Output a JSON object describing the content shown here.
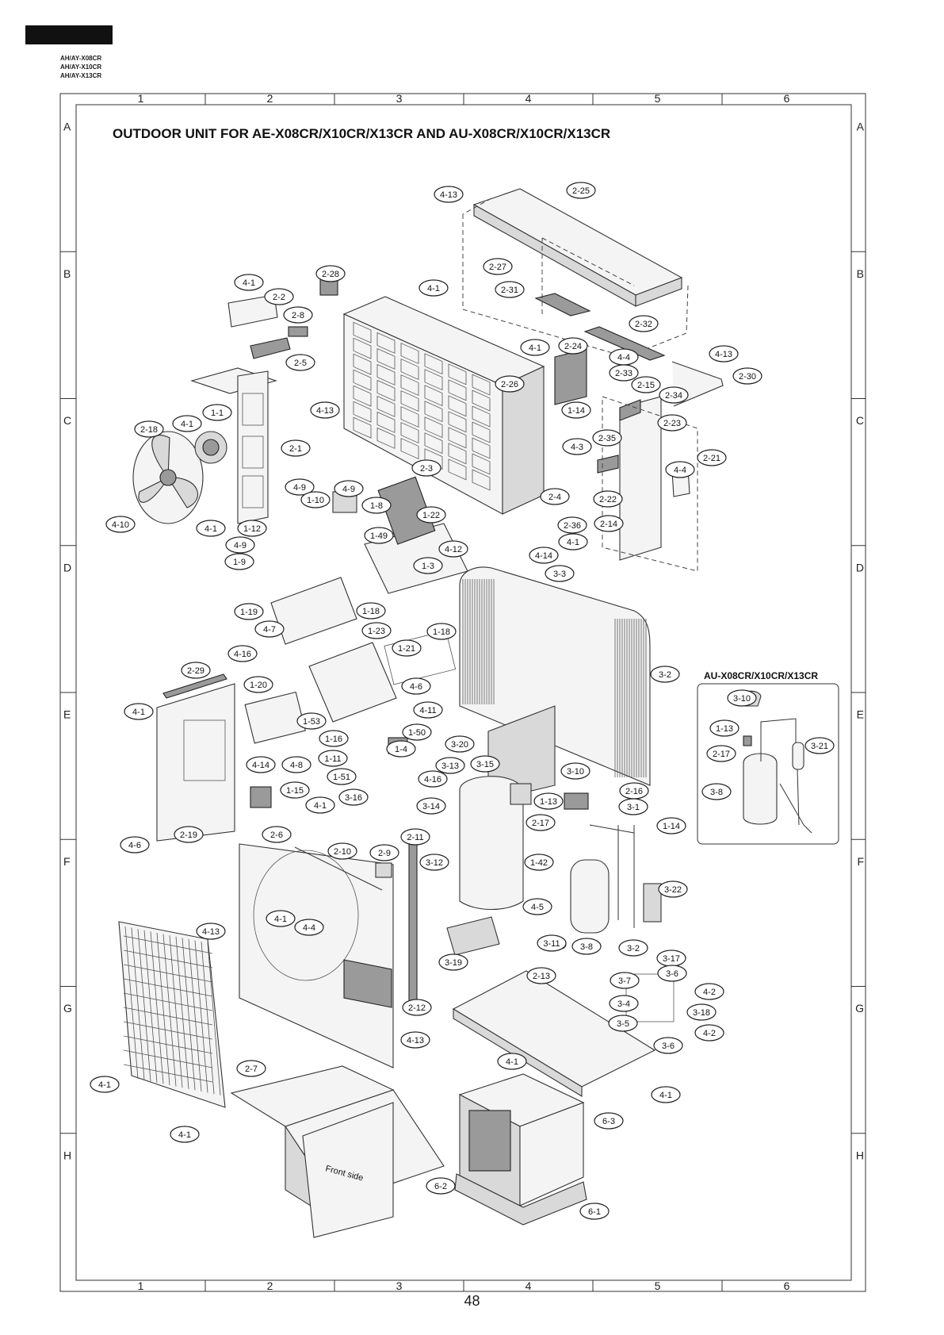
{
  "header": {
    "models": [
      "AH/AY-X08CR",
      "AH/AY-X10CR",
      "AH/AY-X13CR"
    ]
  },
  "diagram": {
    "title": "OUTDOOR UNIT FOR AE-X08CR/X10CR/X13CR AND  AU-X08CR/X10CR/X13CR",
    "grid_columns": [
      "1",
      "2",
      "3",
      "4",
      "5",
      "6"
    ],
    "grid_rows": [
      "A",
      "B",
      "C",
      "D",
      "E",
      "F",
      "G",
      "H"
    ],
    "inset_title": "AU-X08CR/X10CR/X13CR",
    "box_label": "Front side",
    "callouts": [
      "4-13",
      "2-25",
      "2-27",
      "2-31",
      "2-32",
      "4-13",
      "2-30",
      "4-1",
      "2-28",
      "2-2",
      "2-8",
      "2-5",
      "4-1",
      "4-1",
      "2-24",
      "4-4",
      "2-33",
      "2-15",
      "2-34",
      "2-23",
      "2-26",
      "4-13",
      "1-14",
      "2-35",
      "4-3",
      "2-21",
      "4-4",
      "2-22",
      "2-4",
      "2-14",
      "2-36",
      "4-1",
      "2-18",
      "4-1",
      "1-1",
      "2-1",
      "2-3",
      "4-10",
      "4-1",
      "1-12",
      "4-9",
      "1-10",
      "4-9",
      "1-8",
      "1-22",
      "4-9",
      "1-9",
      "1-49",
      "4-12",
      "1-3",
      "4-14",
      "3-3",
      "1-19",
      "4-7",
      "1-18",
      "1-23",
      "1-18",
      "1-21",
      "4-16",
      "2-29",
      "1-20",
      "4-6",
      "4-11",
      "4-1",
      "1-53",
      "1-16",
      "1-50",
      "1-11",
      "1-4",
      "1-51",
      "4-16",
      "3-20",
      "3-13",
      "3-15",
      "4-14",
      "4-8",
      "1-15",
      "4-1",
      "3-16",
      "3-14",
      "3-10",
      "1-13",
      "3-2",
      "2-16",
      "3-1",
      "1-14",
      "2-17",
      "1-42",
      "2-19",
      "4-6",
      "2-6",
      "2-10",
      "2-9",
      "2-11",
      "3-12",
      "4-1",
      "4-4",
      "4-13",
      "4-5",
      "3-11",
      "3-8",
      "3-2",
      "3-22",
      "3-19",
      "2-13",
      "2-12",
      "3-17",
      "3-7",
      "3-6",
      "4-2",
      "3-4",
      "3-18",
      "3-5",
      "4-2",
      "3-6",
      "4-1",
      "4-13",
      "4-1",
      "2-7",
      "4-1",
      "4-1",
      "6-3",
      "6-2",
      "6-1",
      "3-10",
      "1-13",
      "2-17",
      "3-21",
      "3-8"
    ]
  },
  "footer": {
    "page_number": "48"
  }
}
